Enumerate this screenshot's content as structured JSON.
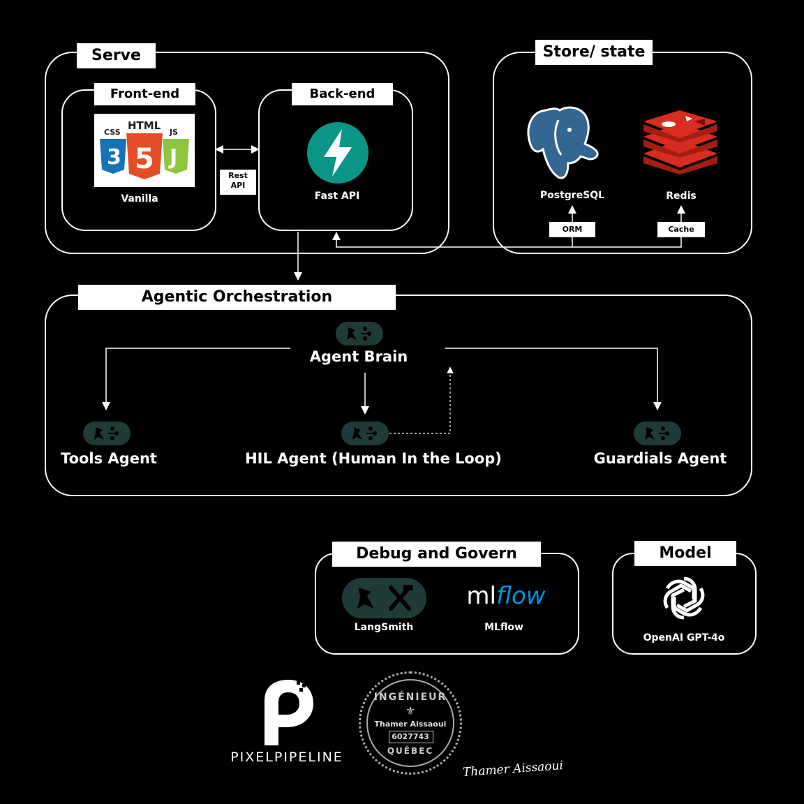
{
  "serve": {
    "title": "Serve",
    "frontend": {
      "title": "Front-end",
      "label": "Vanilla",
      "logos": [
        "CSS",
        "HTML",
        "JS"
      ]
    },
    "rest_api": "Rest API",
    "backend": {
      "title": "Back-end",
      "label": "Fast API"
    }
  },
  "store": {
    "title": "Store/ state",
    "postgres_label": "PostgreSQL",
    "redis_label": "Redis",
    "orm_label": "ORM",
    "cache_label": "Cache"
  },
  "orchestration": {
    "title": "Agentic Orchestration",
    "brain": "Agent Brain",
    "tools": "Tools Agent",
    "hil": "HIL Agent (Human In the Loop)",
    "guardrails": "Guardials Agent"
  },
  "debug": {
    "title": "Debug and Govern",
    "langsmith": "LangSmith",
    "mlflow_logo": {
      "ml": "ml",
      "flow": "flow"
    },
    "mlflow_label": "MLflow"
  },
  "model": {
    "title": "Model",
    "label": "OpenAI GPT-4o"
  },
  "footer": {
    "brand": "PIXELPIPELINE",
    "seal_top": "INGÉNIEUR",
    "seal_name": "Thamer Aissaoui",
    "seal_number": "6027743",
    "seal_bottom": "QUÉBEC",
    "signature": "Thamer Aissaoui"
  },
  "colors": {
    "background": "#000000",
    "fastapi": "#0a9586",
    "postgres": "#336791",
    "redis": "#d82c20",
    "mlflow_blue": "#0194e2",
    "langsmith_pill": "#1f3b38",
    "html5": "#e44d26",
    "css3": "#1572b6",
    "js": "#8dc63f"
  },
  "icons": [
    "fastapi-icon",
    "postgresql-elephant-icon",
    "redis-icon",
    "langsmith-parrot-icon",
    "openai-icon",
    "pixelpipeline-logo"
  ]
}
